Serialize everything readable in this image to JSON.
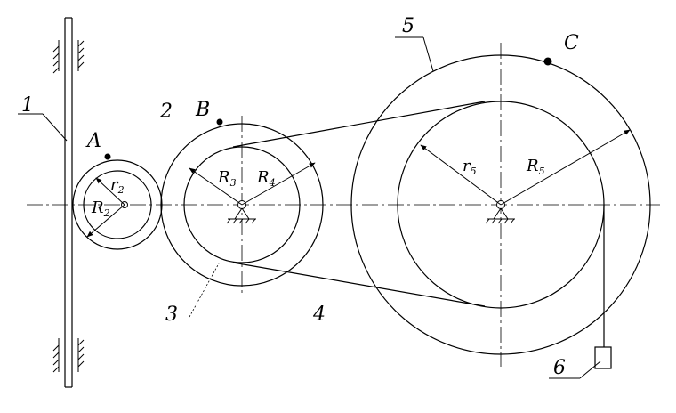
{
  "labels": {
    "part1": "1",
    "part2": "2",
    "part3": "3",
    "part4": "4",
    "part5": "5",
    "part6": "6",
    "point_a": "A",
    "point_b": "B",
    "point_c": "C"
  },
  "radii": {
    "r2_small": {
      "letter": "r",
      "sub": "2"
    },
    "r2_big": {
      "letter": "R",
      "sub": "2"
    },
    "r3": {
      "letter": "R",
      "sub": "3"
    },
    "r4": {
      "letter": "R",
      "sub": "4"
    },
    "r5_small": {
      "letter": "r",
      "sub": "5"
    },
    "r5_big": {
      "letter": "R",
      "sub": "5"
    }
  },
  "colors": {
    "line": "#000000",
    "background": "#ffffff"
  }
}
